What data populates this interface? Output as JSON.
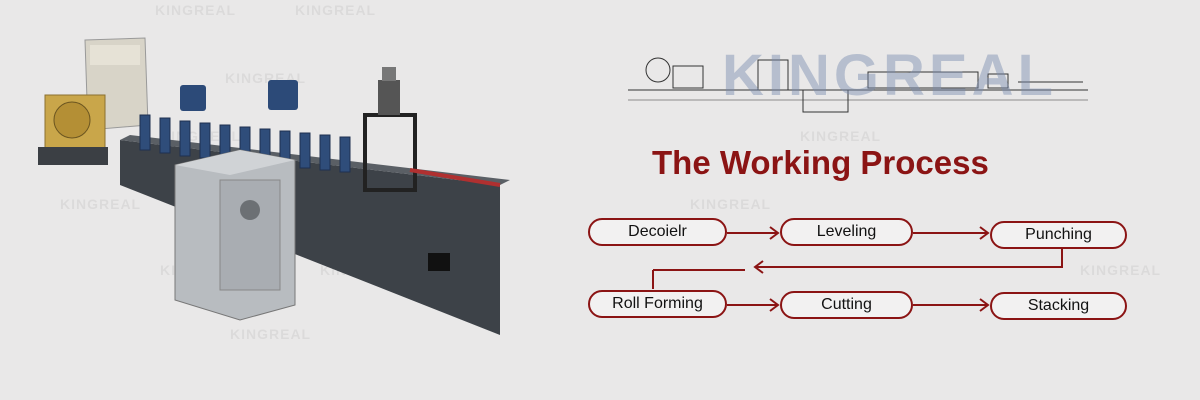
{
  "watermark": "KINGREAL",
  "brand": "KINGREAL",
  "title": "The Working Process",
  "steps": {
    "s1": "Decoielr",
    "s2": "Leveling",
    "s3": "Punching",
    "s4": "Roll Forming",
    "s5": "Cutting",
    "s6": "Stacking"
  },
  "colors": {
    "accent": "#8b1414",
    "background": "#e9e8e8"
  }
}
